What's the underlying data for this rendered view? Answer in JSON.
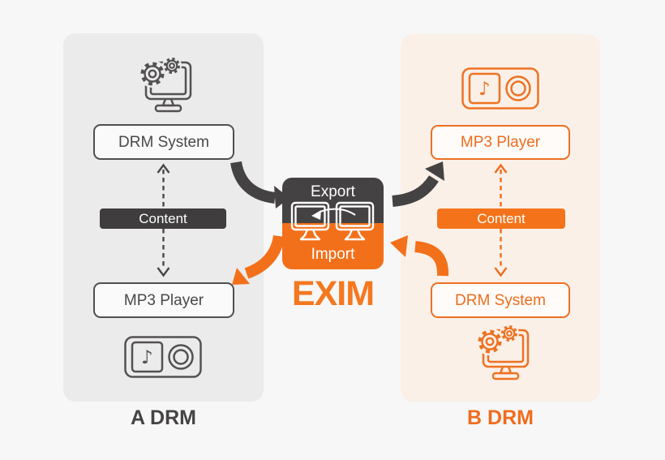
{
  "page": {
    "background": "#f7f7f7"
  },
  "colors": {
    "dark": "#454243",
    "orange": "#f3701a",
    "orange_text": "#ed6d1e",
    "exim_title_orange": "#f5781f",
    "panel_a_bg": "#ebebeb",
    "panel_b_bg": "#faf0e8",
    "content_dark_bg": "#3f3d3d",
    "content_orange_bg": "#f4731a"
  },
  "panel_a": {
    "label": "A DRM",
    "top_icon": "computer-with-gears-icon",
    "drm_system_label": "DRM System",
    "content_label": "Content",
    "mp3_player_label": "MP3 Player",
    "bottom_icon": "mp3-player-icon"
  },
  "panel_b": {
    "label": "B DRM",
    "top_icon": "mp3-player-icon",
    "mp3_player_label": "MP3 Player",
    "content_label": "Content",
    "drm_system_label": "DRM System",
    "bottom_icon": "computer-with-gears-icon"
  },
  "exim": {
    "export_label": "Export",
    "import_label": "Import",
    "title": "EXIM",
    "icon": "dual-monitors-transfer-icon"
  },
  "icons": {
    "music_note": "♪"
  },
  "arrows": {
    "dark_left": "a-drm-system-to-exim",
    "dark_right": "exim-to-b-mp3-player",
    "orange_right": "b-drm-system-to-exim",
    "orange_left": "exim-to-a-mp3-player"
  }
}
